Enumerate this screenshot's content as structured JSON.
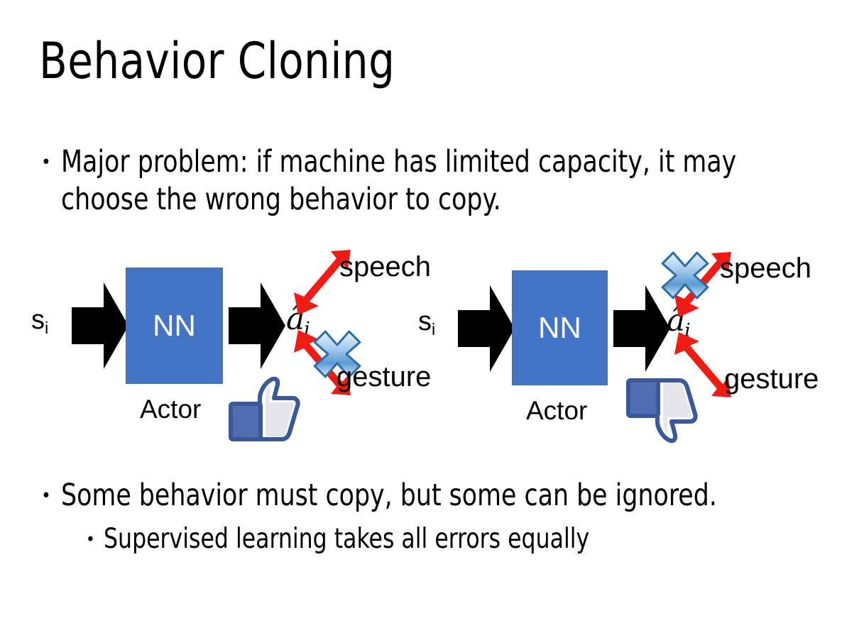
{
  "slide": {
    "title": "Behavior Cloning",
    "background_color": "#FFFFFF",
    "bullets": [
      {
        "level": 1,
        "marker": "•",
        "text": "Major problem: if machine has limited capacity, it may choose the wrong behavior to copy."
      },
      {
        "level": 1,
        "marker": "•",
        "text": "Some behavior must copy, but some can be ignored."
      },
      {
        "level": 2,
        "marker": "•",
        "text": "Supervised learning takes all errors equally"
      }
    ]
  },
  "colors": {
    "nn_fill": "#4275C5",
    "nn_border": "#41719C",
    "nn_text": "#FFFFFF",
    "arrow_black": "#000000",
    "arrow_red": "#EE1C14",
    "cross_blue_light": "#CFE3F7",
    "cross_blue_mid": "#6FA8DC",
    "cross_blue_dark": "#2E6DA4",
    "thumb_outline": "#3B5998",
    "thumb_cuff": "#4F6FB2",
    "thumb_fill": "#FFFFFF",
    "thumb_shadow": "#E4E6EB",
    "text_black": "#000000"
  },
  "diagrams": [
    {
      "id": "left",
      "input_label": "s",
      "input_subscript": "i",
      "box_label": "NN",
      "box_caption": "Actor",
      "output_label": "â",
      "output_subscript": "i",
      "branches": [
        {
          "name": "speech",
          "label": "speech",
          "direction": "up-right",
          "crossed_out": false
        },
        {
          "name": "gesture",
          "label": "gesture",
          "direction": "down-right",
          "crossed_out": true
        }
      ],
      "feedback_icon": "thumbs-up-icon",
      "feedback_meaning": "good"
    },
    {
      "id": "right",
      "input_label": "s",
      "input_subscript": "i",
      "box_label": "NN",
      "box_caption": "Actor",
      "output_label": "â",
      "output_subscript": "i",
      "branches": [
        {
          "name": "speech",
          "label": "speech",
          "direction": "up-right",
          "crossed_out": true
        },
        {
          "name": "gesture",
          "label": "gesture",
          "direction": "down-right",
          "crossed_out": false
        }
      ],
      "feedback_icon": "thumbs-down-icon",
      "feedback_meaning": "bad"
    }
  ]
}
